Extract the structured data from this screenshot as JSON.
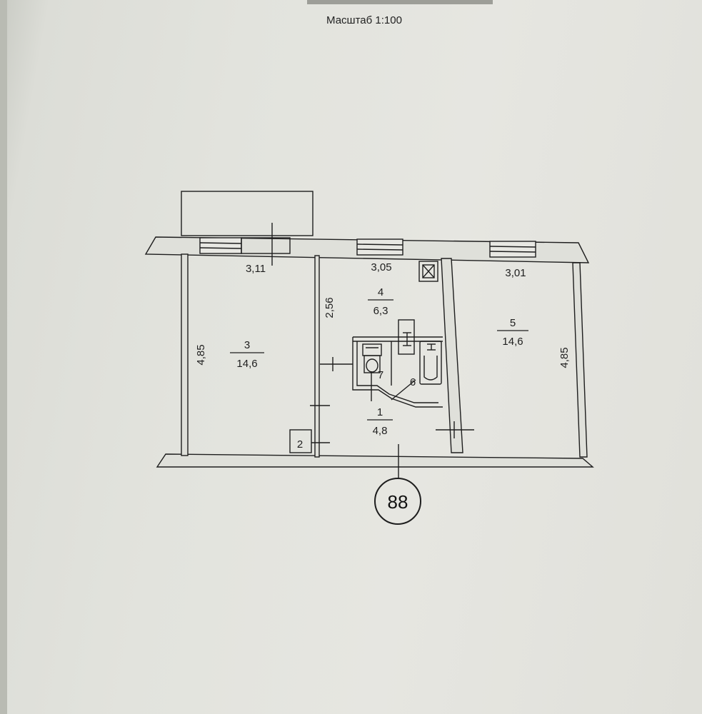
{
  "title": "Масштаб 1:100",
  "colors": {
    "paper": "#e3e4de",
    "ink": "#1e1e1e",
    "wall_fill": "#dfe0da"
  },
  "dimensions": {
    "room3_width": "3,11",
    "room4_width": "3,05",
    "room5_width": "3,01",
    "room3_length": "4,85",
    "room5_length": "4,85",
    "room4_length": "2,56"
  },
  "rooms": {
    "r1": {
      "number": "1",
      "area": "4,8"
    },
    "r2": {
      "number": "2"
    },
    "r3": {
      "number": "3",
      "area": "14,6"
    },
    "r4": {
      "number": "4",
      "area": "6,3"
    },
    "r5": {
      "number": "5",
      "area": "14,6"
    },
    "r6": {
      "number": "6"
    },
    "r7": {
      "number": "7"
    }
  },
  "apartment_number": "88",
  "icons": [
    "ventilation-shaft-icon",
    "toilet-icon",
    "bathtub-icon",
    "sink-icon",
    "door-swing-icon"
  ]
}
